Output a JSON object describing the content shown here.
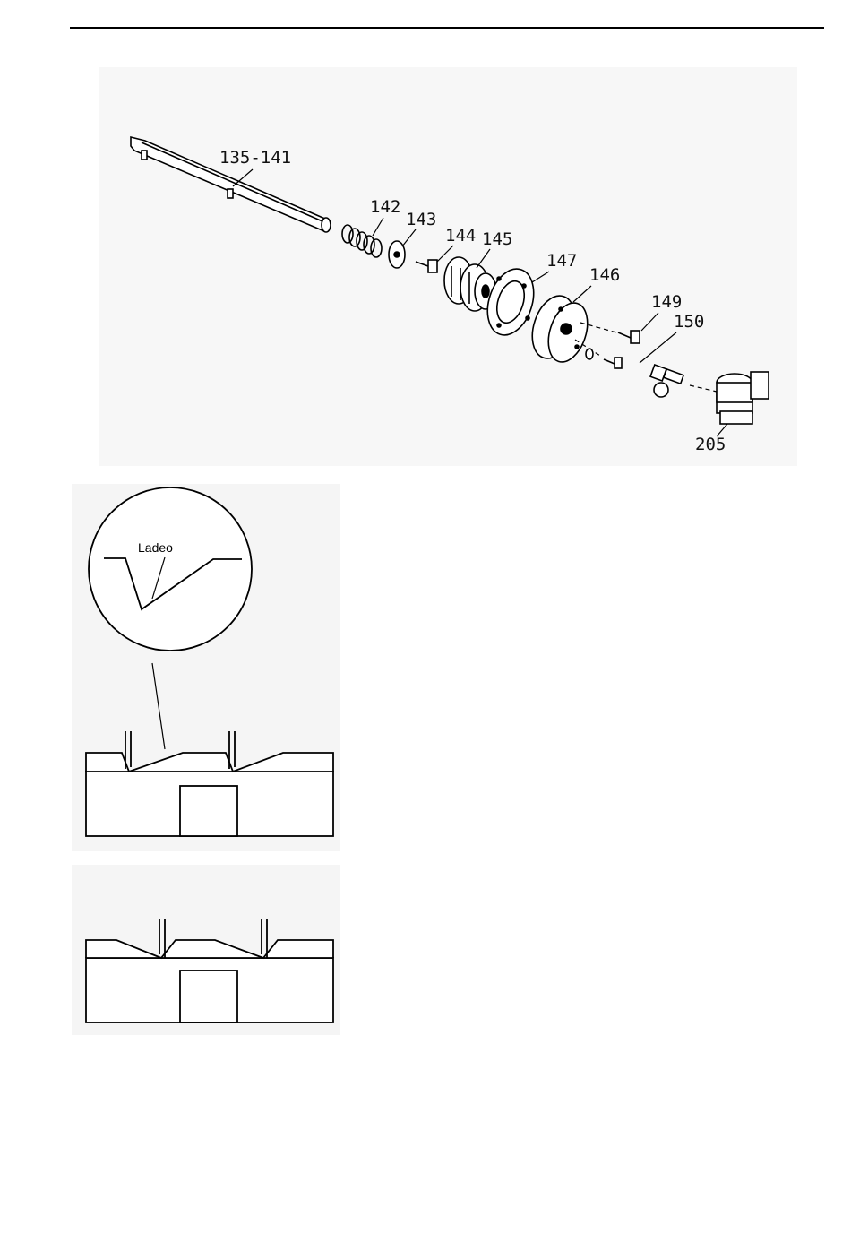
{
  "exploded_view": {
    "callouts": {
      "shaft": "135-141",
      "spring": "142",
      "washer": "143",
      "screw": "144",
      "hub": "145",
      "disk": "147",
      "wheel": "146",
      "bolt": "149",
      "fitting": "150",
      "valve": "205"
    }
  },
  "detail": {
    "magnifier_label": "Ladeo"
  }
}
